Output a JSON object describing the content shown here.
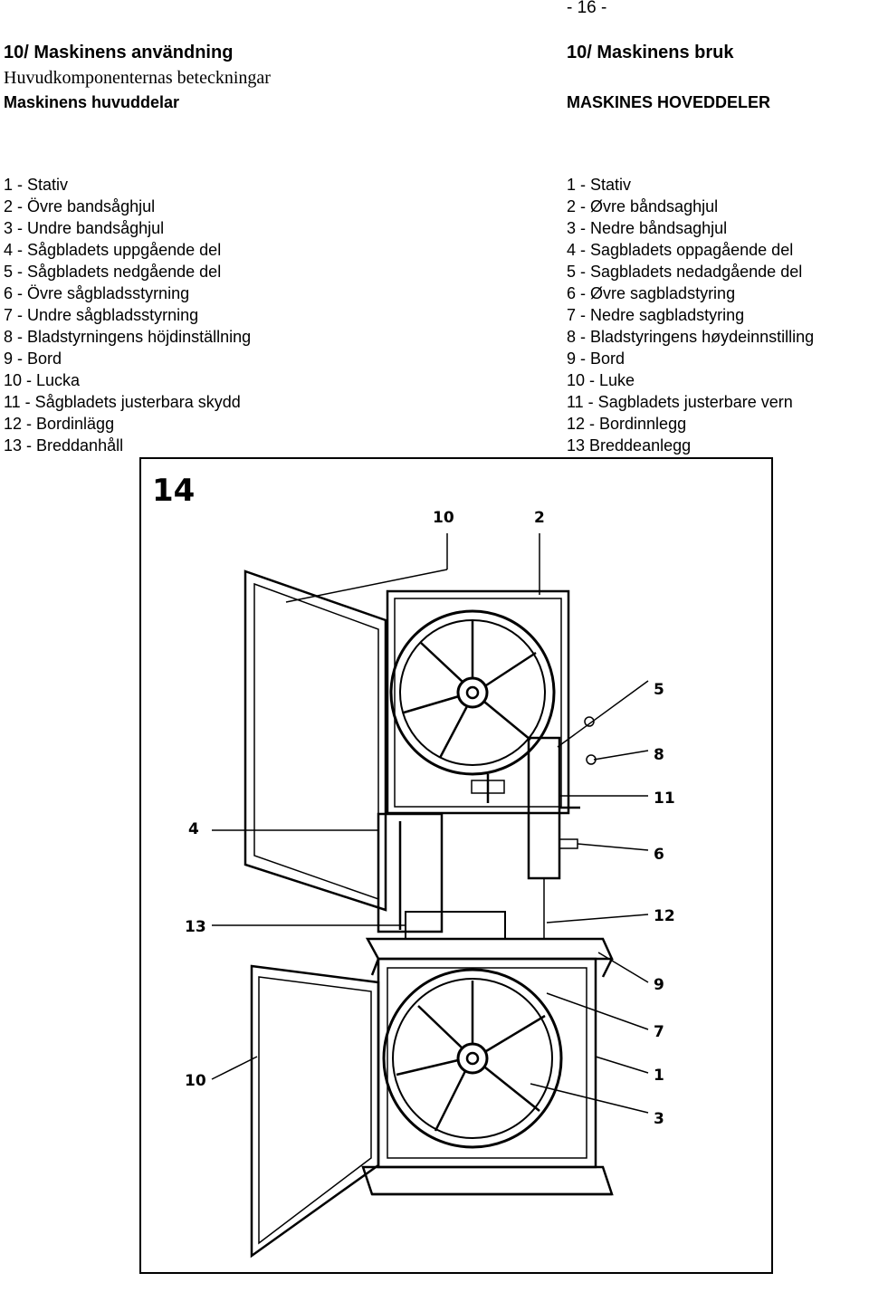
{
  "page_number": "- 16 -",
  "left": {
    "heading": "10/ Maskinens användning",
    "subheading": "Huvudkomponenternas beteckningar",
    "section_title": "Maskinens huvuddelar",
    "parts": [
      "1   - Stativ",
      "2   - Övre bandsåghjul",
      "3   - Undre bandsåghjul",
      "4   - Sågbladets uppgående del",
      "5   - Sågbladets nedgående del",
      "6   - Övre sågbladsstyrning",
      "7   - Undre sågbladsstyrning",
      "8   - Bladstyrningens höjdinställning",
      "9   - Bord",
      "10 - Lucka",
      "11 - Sågbladets justerbara skydd",
      "12 - Bordinlägg",
      "13 - Breddanhåll"
    ]
  },
  "right": {
    "heading": "10/ Maskinens bruk",
    "section_title": "MASKINES HOVEDDELER",
    "parts": [
      "1   - Stativ",
      "2   - Øvre båndsaghjul",
      "3   - Nedre båndsaghjul",
      "4   - Sagbladets oppagående del",
      "5   - Sagbladets nedadgående del",
      "6   - Øvre sagbladstyring",
      "7   - Nedre sagbladstyring",
      "8  -   Bladstyringens høydeinnstilling",
      "9   -  Bord",
      "10 - Luke",
      "11 - Sagbladets justerbare vern",
      "12 - Bordinnlegg",
      "13  Breddeanlegg"
    ]
  },
  "figure": {
    "number": "14",
    "callouts": [
      "10",
      "2",
      "5",
      "8",
      "11",
      "4",
      "6",
      "12",
      "13",
      "9",
      "7",
      "1",
      "3",
      "10"
    ]
  }
}
